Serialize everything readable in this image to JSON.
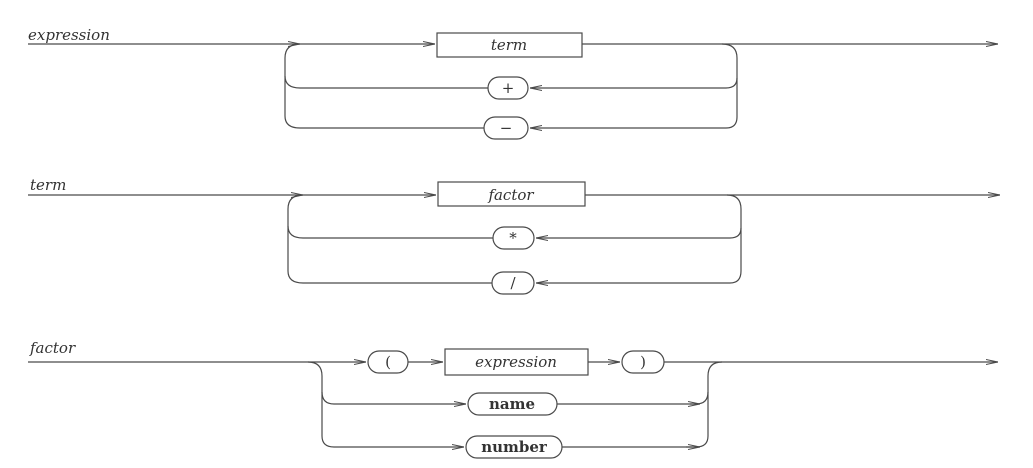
{
  "rules": {
    "expression": {
      "name": "expression",
      "nonterminal": "term",
      "plus": "+",
      "minus": "−"
    },
    "term": {
      "name": "term",
      "nonterminal": "factor",
      "times": "*",
      "divide": "/"
    },
    "factor": {
      "name": "factor",
      "lparen": "(",
      "nonterminal": "expression",
      "rparen": ")",
      "name_token": "name",
      "number_token": "number"
    }
  }
}
